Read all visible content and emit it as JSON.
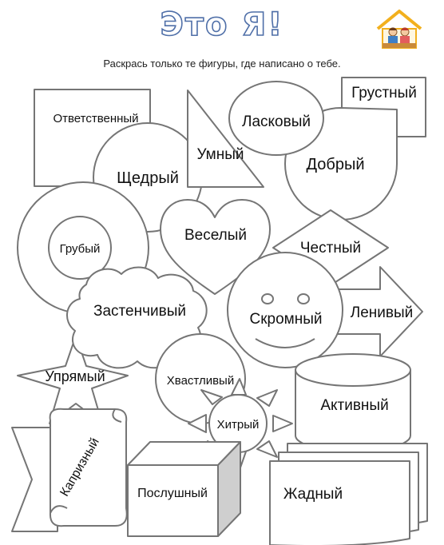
{
  "header": {
    "title": "Это Я!",
    "subtitle": "Раскрась только те фигуры, где написано о тебе."
  },
  "icons": {
    "logo": "house-with-children-icon"
  },
  "colors": {
    "outline": "#757575",
    "title_outline": "#4f6fa8",
    "box_side": "#cfcfcf"
  },
  "words": {
    "responsible": "Ответственный",
    "smart": "Умный",
    "affectionate": "Ласковый",
    "sad": "Грустный",
    "generous": "Щедрый",
    "kind": "Добрый",
    "rude": "Грубый",
    "cheerful": "Веселый",
    "honest": "Честный",
    "shy": "Застенчивый",
    "modest": "Скромный",
    "lazy": "Ленивый",
    "stubborn": "Упрямый",
    "boastful": "Хвастливый",
    "active": "Активный",
    "sly": "Хитрый",
    "capricious": "Капризный",
    "obedient": "Послушный",
    "greedy": "Жадный"
  }
}
